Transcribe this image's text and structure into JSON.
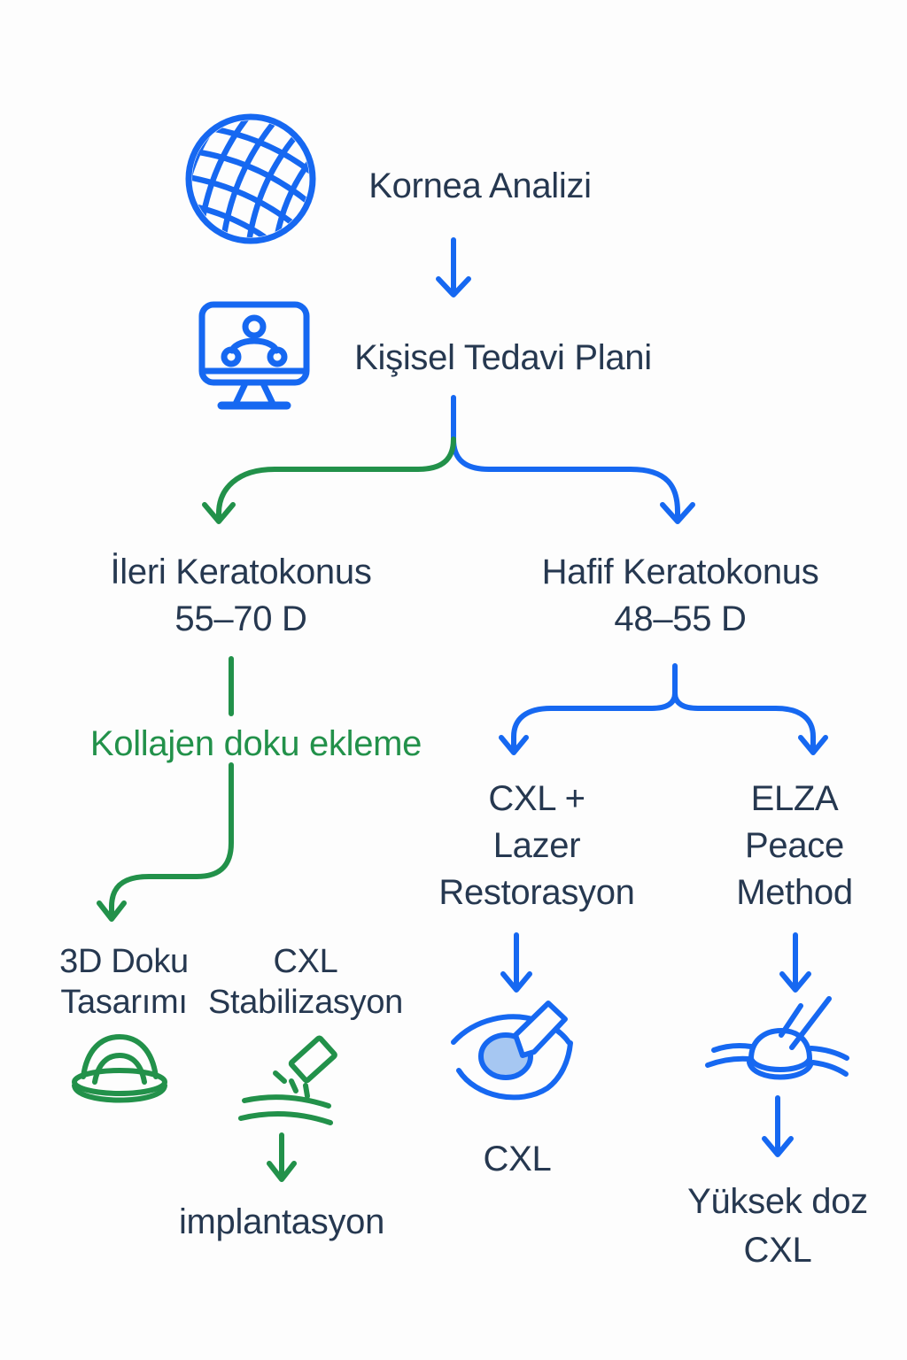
{
  "diagram": {
    "language": "Turkish",
    "topic": "Keratokonus tedavi akışı",
    "colors": {
      "accent_blue": "#1668f1",
      "accent_green": "#22914a",
      "text_navy": "#263850",
      "iris_fill": "#a6c7f2",
      "background": "#fdfdfd"
    },
    "nodes": {
      "kornea_analizi": {
        "label": "Kornea Analizi"
      },
      "kisisel_tedavi_plani": {
        "label": "Kişisel Tedavi Plani"
      },
      "ileri_keratokonus": {
        "lines": [
          "İleri Keratokonus",
          "55–70 D"
        ]
      },
      "hafif_keratokonus": {
        "lines": [
          "Hafif Keratokonus",
          "48–55 D"
        ]
      },
      "kollajen_doku_ekleme": {
        "label": "Kollajen doku ekleme"
      },
      "doku_3d": {
        "lines": [
          "3D Doku",
          "Tasarımı"
        ]
      },
      "cxl_stabilizasyon": {
        "lines": [
          "CXL",
          "Stabilizasyon"
        ]
      },
      "implantasyon": {
        "label": "implantasyon"
      },
      "cxl_lazer_restorasyon": {
        "lines": [
          "CXL +",
          "Lazer",
          "Restorasyon"
        ]
      },
      "elza_peace_method": {
        "lines": [
          "ELZA",
          "Peace",
          "Method"
        ]
      },
      "cxl": {
        "label": "CXL"
      },
      "yuksek_doz_cxl": {
        "lines": [
          "Yüksek doz",
          "CXL"
        ]
      }
    },
    "icons": [
      {
        "name": "cornea-topography-icon",
        "glyph": "wireframe sphere",
        "color": "#1668f1"
      },
      {
        "name": "treatment-plan-monitor-icon",
        "glyph": "monitor with hierarchy nodes",
        "color": "#1668f1"
      },
      {
        "name": "tissue-dome-icon",
        "glyph": "3D printed dome lens",
        "color": "#22914a"
      },
      {
        "name": "uv-crosslinking-icon",
        "glyph": "UV emitter over cornea surface",
        "color": "#22914a"
      },
      {
        "name": "eye-laser-icon",
        "glyph": "eye with pen tool, filled iris",
        "color": "#1668f1"
      },
      {
        "name": "cornea-probe-icon",
        "glyph": "cornea lens cross-section with probe",
        "color": "#1668f1"
      }
    ],
    "edges": [
      {
        "from": "kornea_analizi",
        "to": "kisisel_tedavi_plani",
        "color": "blue"
      },
      {
        "from": "kisisel_tedavi_plani",
        "to": "ileri_keratokonus",
        "color": "green"
      },
      {
        "from": "kisisel_tedavi_plani",
        "to": "hafif_keratokonus",
        "color": "blue"
      },
      {
        "from": "ileri_keratokonus",
        "to": "kollajen_doku_ekleme",
        "color": "green"
      },
      {
        "from": "kollajen_doku_ekleme",
        "to": "doku_3d",
        "color": "green"
      },
      {
        "from": "cxl_stabilizasyon",
        "to": "implantasyon",
        "color": "green"
      },
      {
        "from": "hafif_keratokonus",
        "to": "cxl_lazer_restorasyon",
        "color": "blue"
      },
      {
        "from": "hafif_keratokonus",
        "to": "elza_peace_method",
        "color": "blue"
      },
      {
        "from": "cxl_lazer_restorasyon",
        "to": "cxl",
        "color": "blue"
      },
      {
        "from": "elza_peace_method",
        "to": "yuksek_doz_cxl",
        "color": "blue"
      }
    ]
  }
}
